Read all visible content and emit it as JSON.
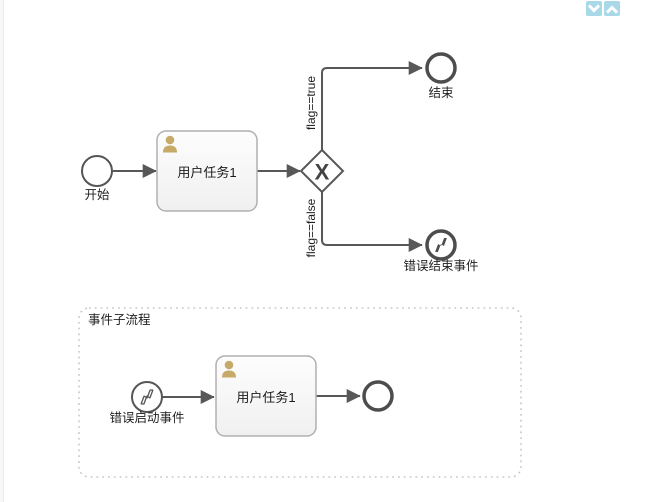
{
  "window": {
    "scroll_buttons": {
      "down_icon": "chevron-down",
      "up_icon": "chevron-up"
    }
  },
  "process": {
    "start_event_label": "开始",
    "user_task_label": "用户任务1",
    "user_task_icon": "user-person",
    "gateway_type": "exclusive-gateway",
    "gateway_symbol": "X",
    "flow_true_label": "flag==true",
    "flow_false_label": "flag==false",
    "end_event_label": "结束",
    "error_end_event_label": "错误结束事件",
    "error_icon": "lightning-bolt"
  },
  "event_subprocess": {
    "title": "事件子流程",
    "error_start_event_label": "错误启动事件",
    "user_task_label": "用户任务1"
  },
  "colors": {
    "flow_stroke": "#585858",
    "event_stroke": "#4d4d4d",
    "task_fill_top": "#fdfdfd",
    "task_fill_bottom": "#f0f0f0",
    "task_stroke": "#b0b0b0",
    "person_icon": "#c6aa67",
    "scroll_button_bg": "#a9d8e9",
    "subprocess_border": "#cccccc",
    "label_text": "#1f1f1f"
  }
}
